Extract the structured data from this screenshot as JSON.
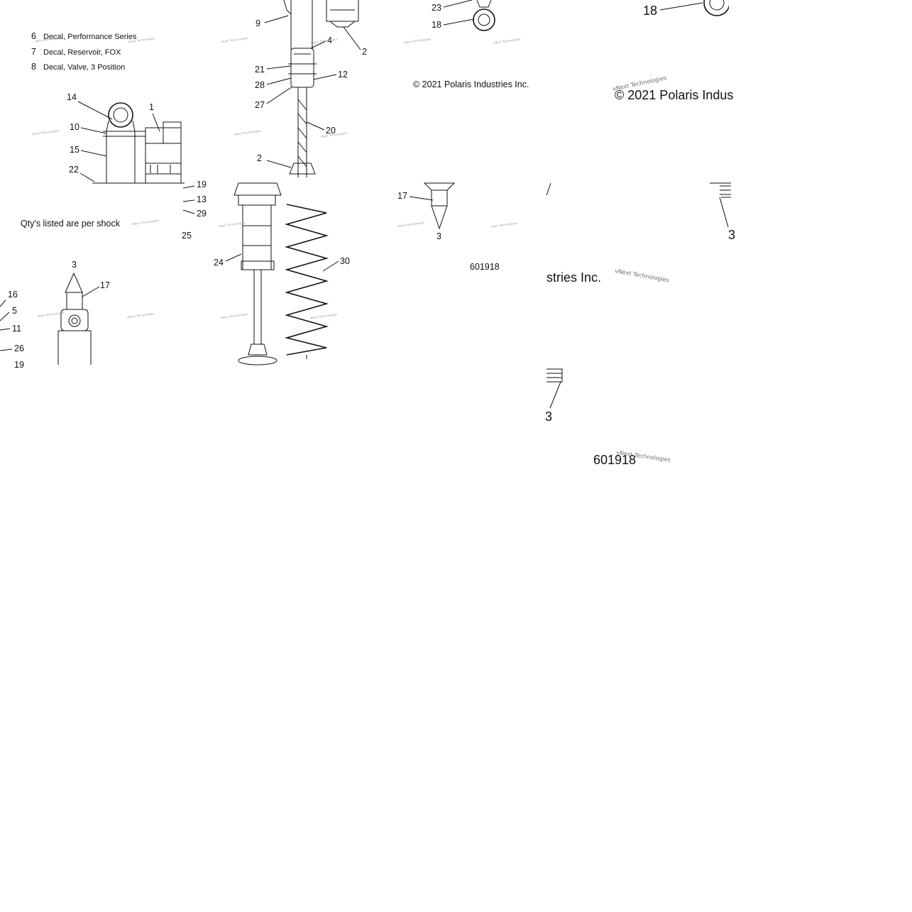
{
  "legend": [
    {
      "num": "6",
      "desc": "Decal, Performance Series"
    },
    {
      "num": "7",
      "desc": "Decal, Reservoir, FOX"
    },
    {
      "num": "8",
      "desc": "Decal, Valve, 3 Position"
    }
  ],
  "qty_note": "Qty's listed are per shock",
  "copyright": "© 2021 Polaris Industries Inc.",
  "copyright_large": "© 2021 Polaris Indus",
  "copyright_tail": "stries Inc.",
  "figure_code": "601918",
  "watermark": "vNext Technologies",
  "callouts": {
    "c9": "9",
    "c4": "4",
    "c21": "21",
    "c12": "12",
    "c28": "28",
    "c27": "27",
    "c20": "20",
    "c2": "2",
    "c23": "23",
    "c18": "18",
    "c18b": "18",
    "c14": "14",
    "c1": "1",
    "c10": "10",
    "c15": "15",
    "c22": "22",
    "c19": "19",
    "c13": "13",
    "c29": "29",
    "c25": "25",
    "c24": "24",
    "c30": "30",
    "c17": "17",
    "c3": "3",
    "c17b": "17",
    "c3b": "3",
    "c16": "16",
    "c5": "5",
    "c11": "11",
    "c26": "26",
    "c3c": "3",
    "c3d": "3"
  }
}
